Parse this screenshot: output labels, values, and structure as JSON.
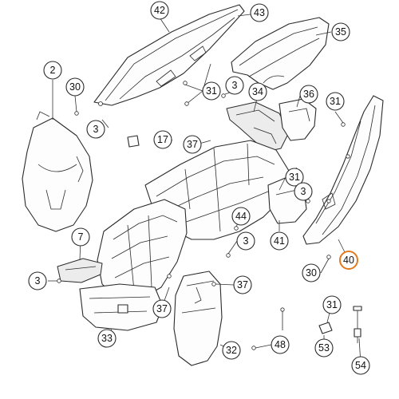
{
  "diagram": {
    "highlight_color": "#e07a1f",
    "line_color": "#2b2b2b",
    "callouts": [
      {
        "label": "42",
        "highlighted": false
      },
      {
        "label": "43",
        "highlighted": false
      },
      {
        "label": "35",
        "highlighted": false
      },
      {
        "label": "2",
        "highlighted": false
      },
      {
        "label": "30",
        "highlighted": false
      },
      {
        "label": "31",
        "highlighted": false
      },
      {
        "label": "3",
        "highlighted": false
      },
      {
        "label": "34",
        "highlighted": false
      },
      {
        "label": "36",
        "highlighted": false
      },
      {
        "label": "31",
        "highlighted": false
      },
      {
        "label": "3",
        "highlighted": false
      },
      {
        "label": "17",
        "highlighted": false
      },
      {
        "label": "37",
        "highlighted": false
      },
      {
        "label": "31",
        "highlighted": false
      },
      {
        "label": "3",
        "highlighted": false
      },
      {
        "label": "44",
        "highlighted": false
      },
      {
        "label": "41",
        "highlighted": false
      },
      {
        "label": "7",
        "highlighted": false
      },
      {
        "label": "3",
        "highlighted": false
      },
      {
        "label": "40",
        "highlighted": true
      },
      {
        "label": "30",
        "highlighted": false
      },
      {
        "label": "3",
        "highlighted": false
      },
      {
        "label": "37",
        "highlighted": false
      },
      {
        "label": "37",
        "highlighted": false
      },
      {
        "label": "31",
        "highlighted": false
      },
      {
        "label": "33",
        "highlighted": false
      },
      {
        "label": "48",
        "highlighted": false
      },
      {
        "label": "53",
        "highlighted": false
      },
      {
        "label": "32",
        "highlighted": false
      },
      {
        "label": "54",
        "highlighted": false
      }
    ]
  }
}
